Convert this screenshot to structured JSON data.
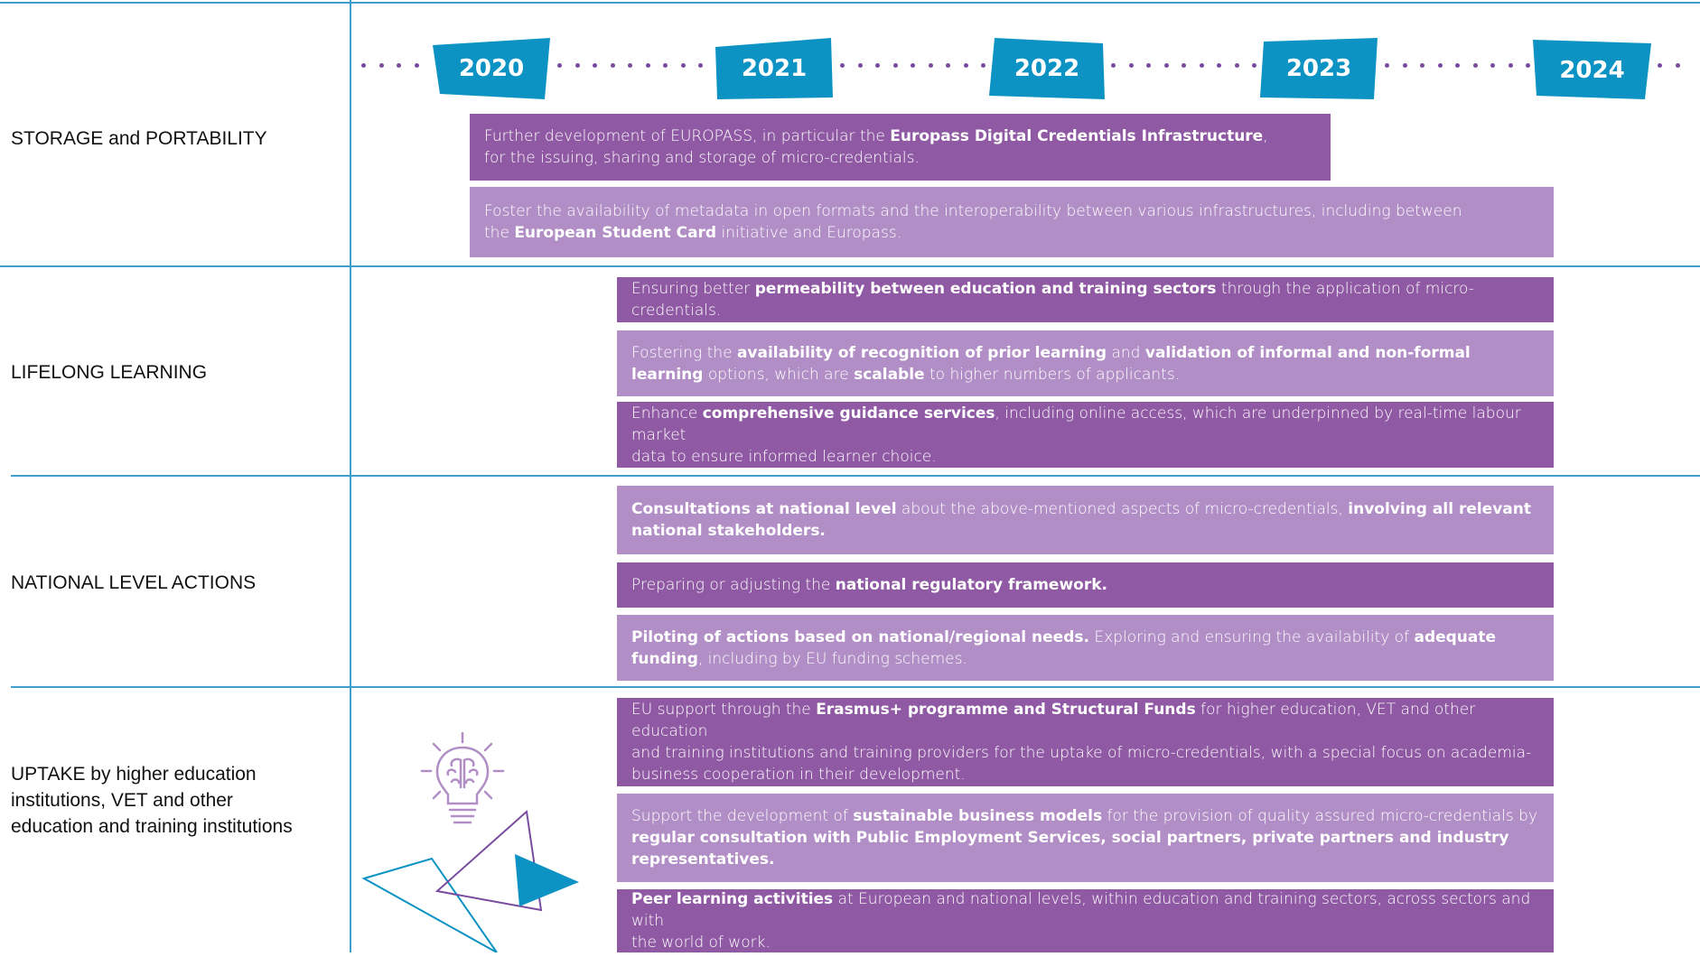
{
  "timeline": {
    "years": [
      "2020",
      "2021",
      "2022",
      "2023",
      "2024"
    ],
    "colors": {
      "year_fill": "#0c93c4",
      "dots": "#7a4c9f",
      "grid_lines": "#3d9fce"
    }
  },
  "rows": [
    {
      "label_html": "<b>STORAGE</b> and <b>PORTABILITY</b>",
      "label_parts": [
        "STORAGE",
        "and",
        "PORTABILITY"
      ],
      "bars": [
        {
          "style": "dark",
          "parts": [
            "Further development of EUROPASS, in particular the ",
            "Europass Digital Credentials Infrastructure",
            ",",
            "for the issuing, sharing and storage of micro-credentials."
          ]
        },
        {
          "style": "light",
          "parts": [
            "Foster the availability of metadata in open formats and the interoperability between various infrastructures, including between",
            "the ",
            "European Student Card",
            " initiative and Europass."
          ]
        }
      ]
    },
    {
      "label_parts": [
        "LIFELONG LEARNING"
      ],
      "bars": [
        {
          "style": "dark",
          "parts": [
            "Ensuring better ",
            "permeability between education and training sectors",
            " through the application of micro-credentials."
          ]
        },
        {
          "style": "light",
          "parts": [
            "Fostering the ",
            "availability of recognition of prior learning",
            " and ",
            "validation of informal and non-formal",
            "learning",
            " options, which are ",
            "scalable",
            " to higher numbers of applicants."
          ]
        },
        {
          "style": "dark",
          "parts": [
            "Enhance ",
            "comprehensive guidance services",
            ", including online access, which are underpinned by real-time labour market",
            "data to ensure informed learner choice."
          ]
        }
      ]
    },
    {
      "label_parts": [
        "NATIONAL LEVEL ACTIONS"
      ],
      "bars": [
        {
          "style": "light",
          "parts": [
            "Consultations at national level",
            " about the above-mentioned aspects of micro-credentials, ",
            "involving all relevant",
            "national stakeholders."
          ]
        },
        {
          "style": "dark",
          "parts": [
            "Preparing or adjusting the ",
            "national regulatory framework."
          ]
        },
        {
          "style": "light",
          "parts": [
            "Piloting of actions based on national/regional needs.",
            " Exploring and ensuring the availability of ",
            "adequate",
            "funding",
            ", including by EU funding schemes."
          ]
        }
      ]
    },
    {
      "label_parts": [
        "UPTAKE",
        " by higher education",
        "institutions, VET and other",
        "education and training institutions"
      ],
      "bars": [
        {
          "style": "dark",
          "parts": [
            "EU support through the ",
            "Erasmus+ programme and Structural Funds",
            " for higher education, VET and other education",
            "and training institutions and training providers for the uptake of micro-credentials, with a special focus on academia-",
            "business cooperation in their development."
          ]
        },
        {
          "style": "light",
          "parts": [
            "Support the development of ",
            "sustainable business models",
            " for the provision of quality assured micro-credentials by",
            "regular consultation with Public Employment Services, social partners, private partners and industry",
            "representatives."
          ]
        },
        {
          "style": "dark",
          "parts": [
            "Peer learning activities",
            " at European and national levels, within education and training sectors, across sectors and with",
            "the world of work."
          ]
        }
      ]
    }
  ],
  "icons": [
    "lightbulb-brain-icon",
    "triangle-decoration-icon"
  ]
}
